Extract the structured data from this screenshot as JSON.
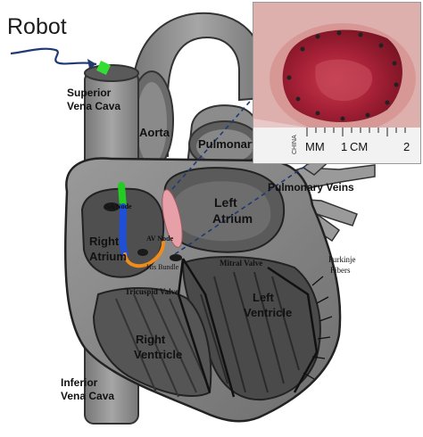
{
  "robot_label": "Robot",
  "labels": {
    "superior_vena_cava": [
      "Superior",
      "Vena Cava"
    ],
    "aorta": "Aorta",
    "pulmonary": "Pulmonary",
    "pulmonary_veins": "Pulmonary Veins",
    "left_atrium": [
      "Left",
      "Atrium"
    ],
    "right_atrium": [
      "Right",
      "Atrium"
    ],
    "sa_node": "SA Node",
    "av_node": "AV Node",
    "his_bundle": "His Bundle",
    "mitral_valve": "Mitral Valve",
    "purkinje": [
      "Purkinje",
      "Fibers"
    ],
    "tricuspid_valve": "Tricuspid Valve",
    "left_ventricle": [
      "Left",
      "Ventricle"
    ],
    "right_ventricle": [
      "Right",
      "Ventricle"
    ],
    "inferior_vena_cava": [
      "Inferior",
      "Vena Cava"
    ]
  },
  "ruler": {
    "unit_mm": "MM",
    "tick_1": "1",
    "unit_cm": "CM",
    "tick_2": "2",
    "side_text": "CHINA"
  },
  "colors": {
    "catheter_green": "#22cc22",
    "catheter_blue": "#1e4fd6",
    "catheter_orange": "#f08c1a",
    "septum_pink": "#e8a0a8",
    "tissue_red": "#b0283a",
    "arrow_navy": "#1f3a73"
  }
}
